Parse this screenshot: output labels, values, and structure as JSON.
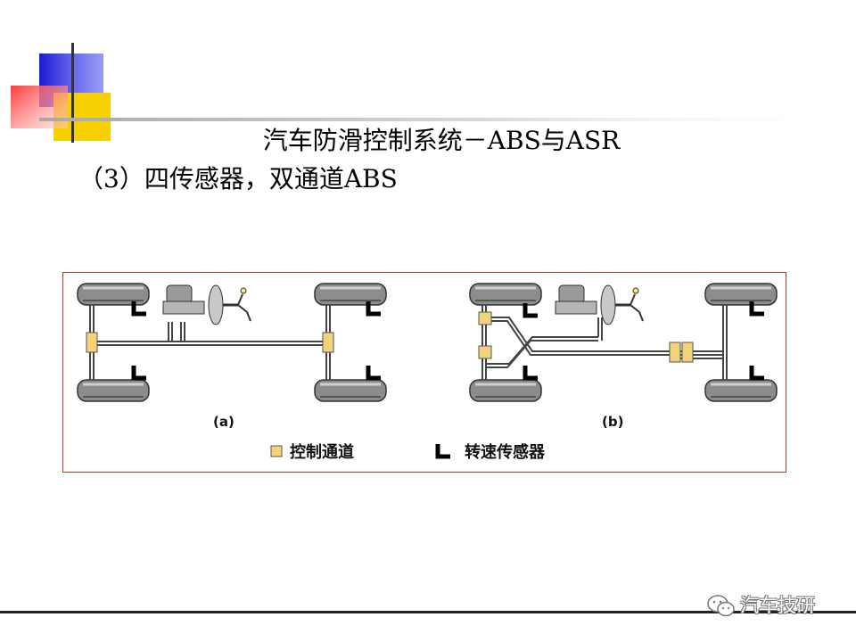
{
  "slide": {
    "title": "汽车防滑控制系统－ABS与ASR",
    "subtitle": "（3）四传感器，双通道ABS"
  },
  "figure": {
    "label_a": "(a)",
    "label_b": "(b)",
    "legend": [
      {
        "icon": "control-channel-icon",
        "text": "控制通道"
      },
      {
        "icon": "speed-sensor-icon",
        "text": "转速传感器"
      }
    ]
  },
  "watermark": {
    "icon": "wechat-icon",
    "text": "汽车技研"
  },
  "colors": {
    "channel_fill": "#f3d27a",
    "tire": "#8a8a8a",
    "frame_border": "#c0392b"
  }
}
